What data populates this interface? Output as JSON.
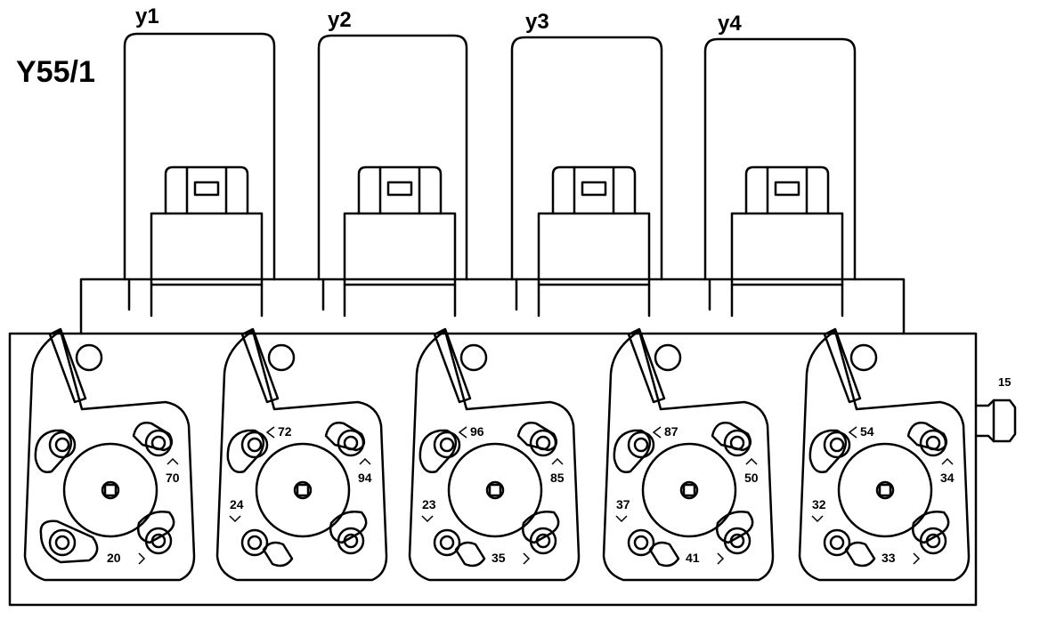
{
  "diagram": {
    "title": "Y55/1",
    "valves": [
      {
        "label": "y1"
      },
      {
        "label": "y2"
      },
      {
        "label": "y3"
      },
      {
        "label": "y4"
      }
    ],
    "fitting_label": "15",
    "plates": [
      {
        "num_tl": "",
        "num_tr": "70",
        "num_bl": "",
        "num_br": "20",
        "has_bottom_slot": true
      },
      {
        "num_tl": "72",
        "num_tr": "94",
        "num_bl": "24",
        "num_br": "",
        "has_bottom_slot": false
      },
      {
        "num_tl": "96",
        "num_tr": "85",
        "num_bl": "23",
        "num_br": "35",
        "has_bottom_slot": false
      },
      {
        "num_tl": "87",
        "num_tr": "50",
        "num_bl": "37",
        "num_br": "41",
        "has_bottom_slot": false
      },
      {
        "num_tl": "54",
        "num_tr": "34",
        "num_bl": "32",
        "num_br": "33",
        "has_bottom_slot": false
      }
    ],
    "colors": {
      "line": "#000000",
      "background": "#ffffff"
    }
  }
}
